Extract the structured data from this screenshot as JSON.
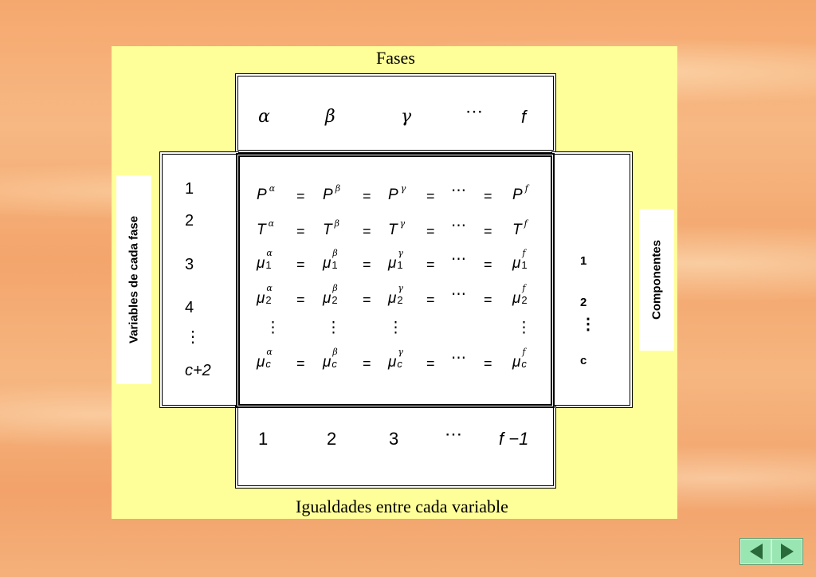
{
  "diagram": {
    "top_title": "Fases",
    "bottom_title": "Igualdades entre cada variable",
    "left_label": "Variables de cada fase",
    "right_label": "Componentes",
    "phases": [
      "α",
      "β",
      "γ",
      "⋯",
      "f"
    ],
    "variables_left": [
      "1",
      "2",
      "3",
      "4",
      "⋮",
      "c+2"
    ],
    "components_right": [
      "1",
      "2",
      "⋮",
      "c"
    ],
    "equality_count": [
      "1",
      "2",
      "3",
      "⋯",
      "f −1"
    ],
    "equations": [
      {
        "base": "P",
        "sub": "",
        "sups": [
          "α",
          "β",
          "γ",
          "",
          "f"
        ]
      },
      {
        "base": "T",
        "sub": "",
        "sups": [
          "α",
          "β",
          "γ",
          "",
          "f"
        ]
      },
      {
        "base": "μ",
        "sub": "1",
        "sups": [
          "α",
          "β",
          "γ",
          "",
          "f"
        ]
      },
      {
        "base": "μ",
        "sub": "2",
        "sups": [
          "α",
          "β",
          "γ",
          "",
          "f"
        ]
      },
      {
        "base": "μ",
        "sub": "c",
        "sups": [
          "α",
          "β",
          "γ",
          "",
          "f"
        ]
      }
    ],
    "ellipsis_dots": "⋯",
    "vdots": "⋮"
  },
  "nav": {
    "prev_icon": "triangle-left-icon",
    "next_icon": "triangle-right-icon",
    "color": "#99e6b3"
  }
}
